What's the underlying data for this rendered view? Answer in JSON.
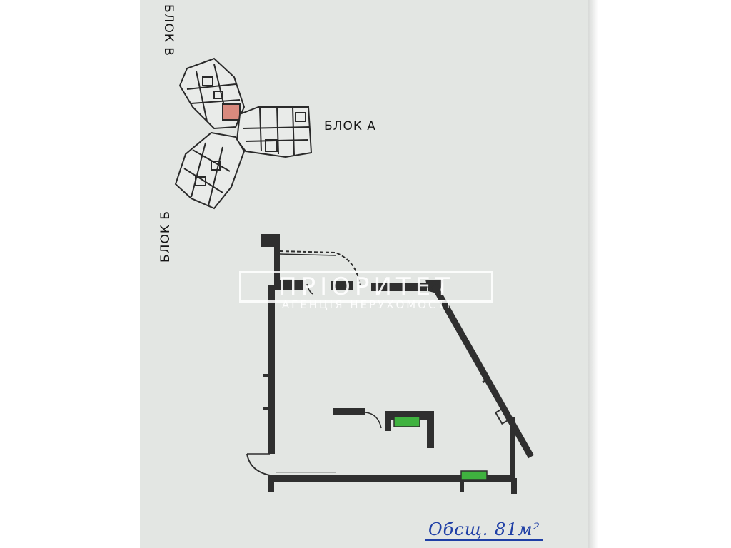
{
  "labels": {
    "block_a": "БЛОК  А",
    "block_b": "БЛОК  Б",
    "block_v": "БЛОК  В"
  },
  "watermark": {
    "title": "ПРІОРИТЕТ",
    "subtitle": "АГЕНЦІЯ НЕРУХОМОСТІ"
  },
  "handwritten_note": "Обсщ. 81м²",
  "colors": {
    "paper": "#e3e6e3",
    "wall": "#2f2f2f",
    "highlight_unit": "#d98a7e",
    "fixture_green": "#3fb23f",
    "ink_blue": "#1f3fa6"
  }
}
